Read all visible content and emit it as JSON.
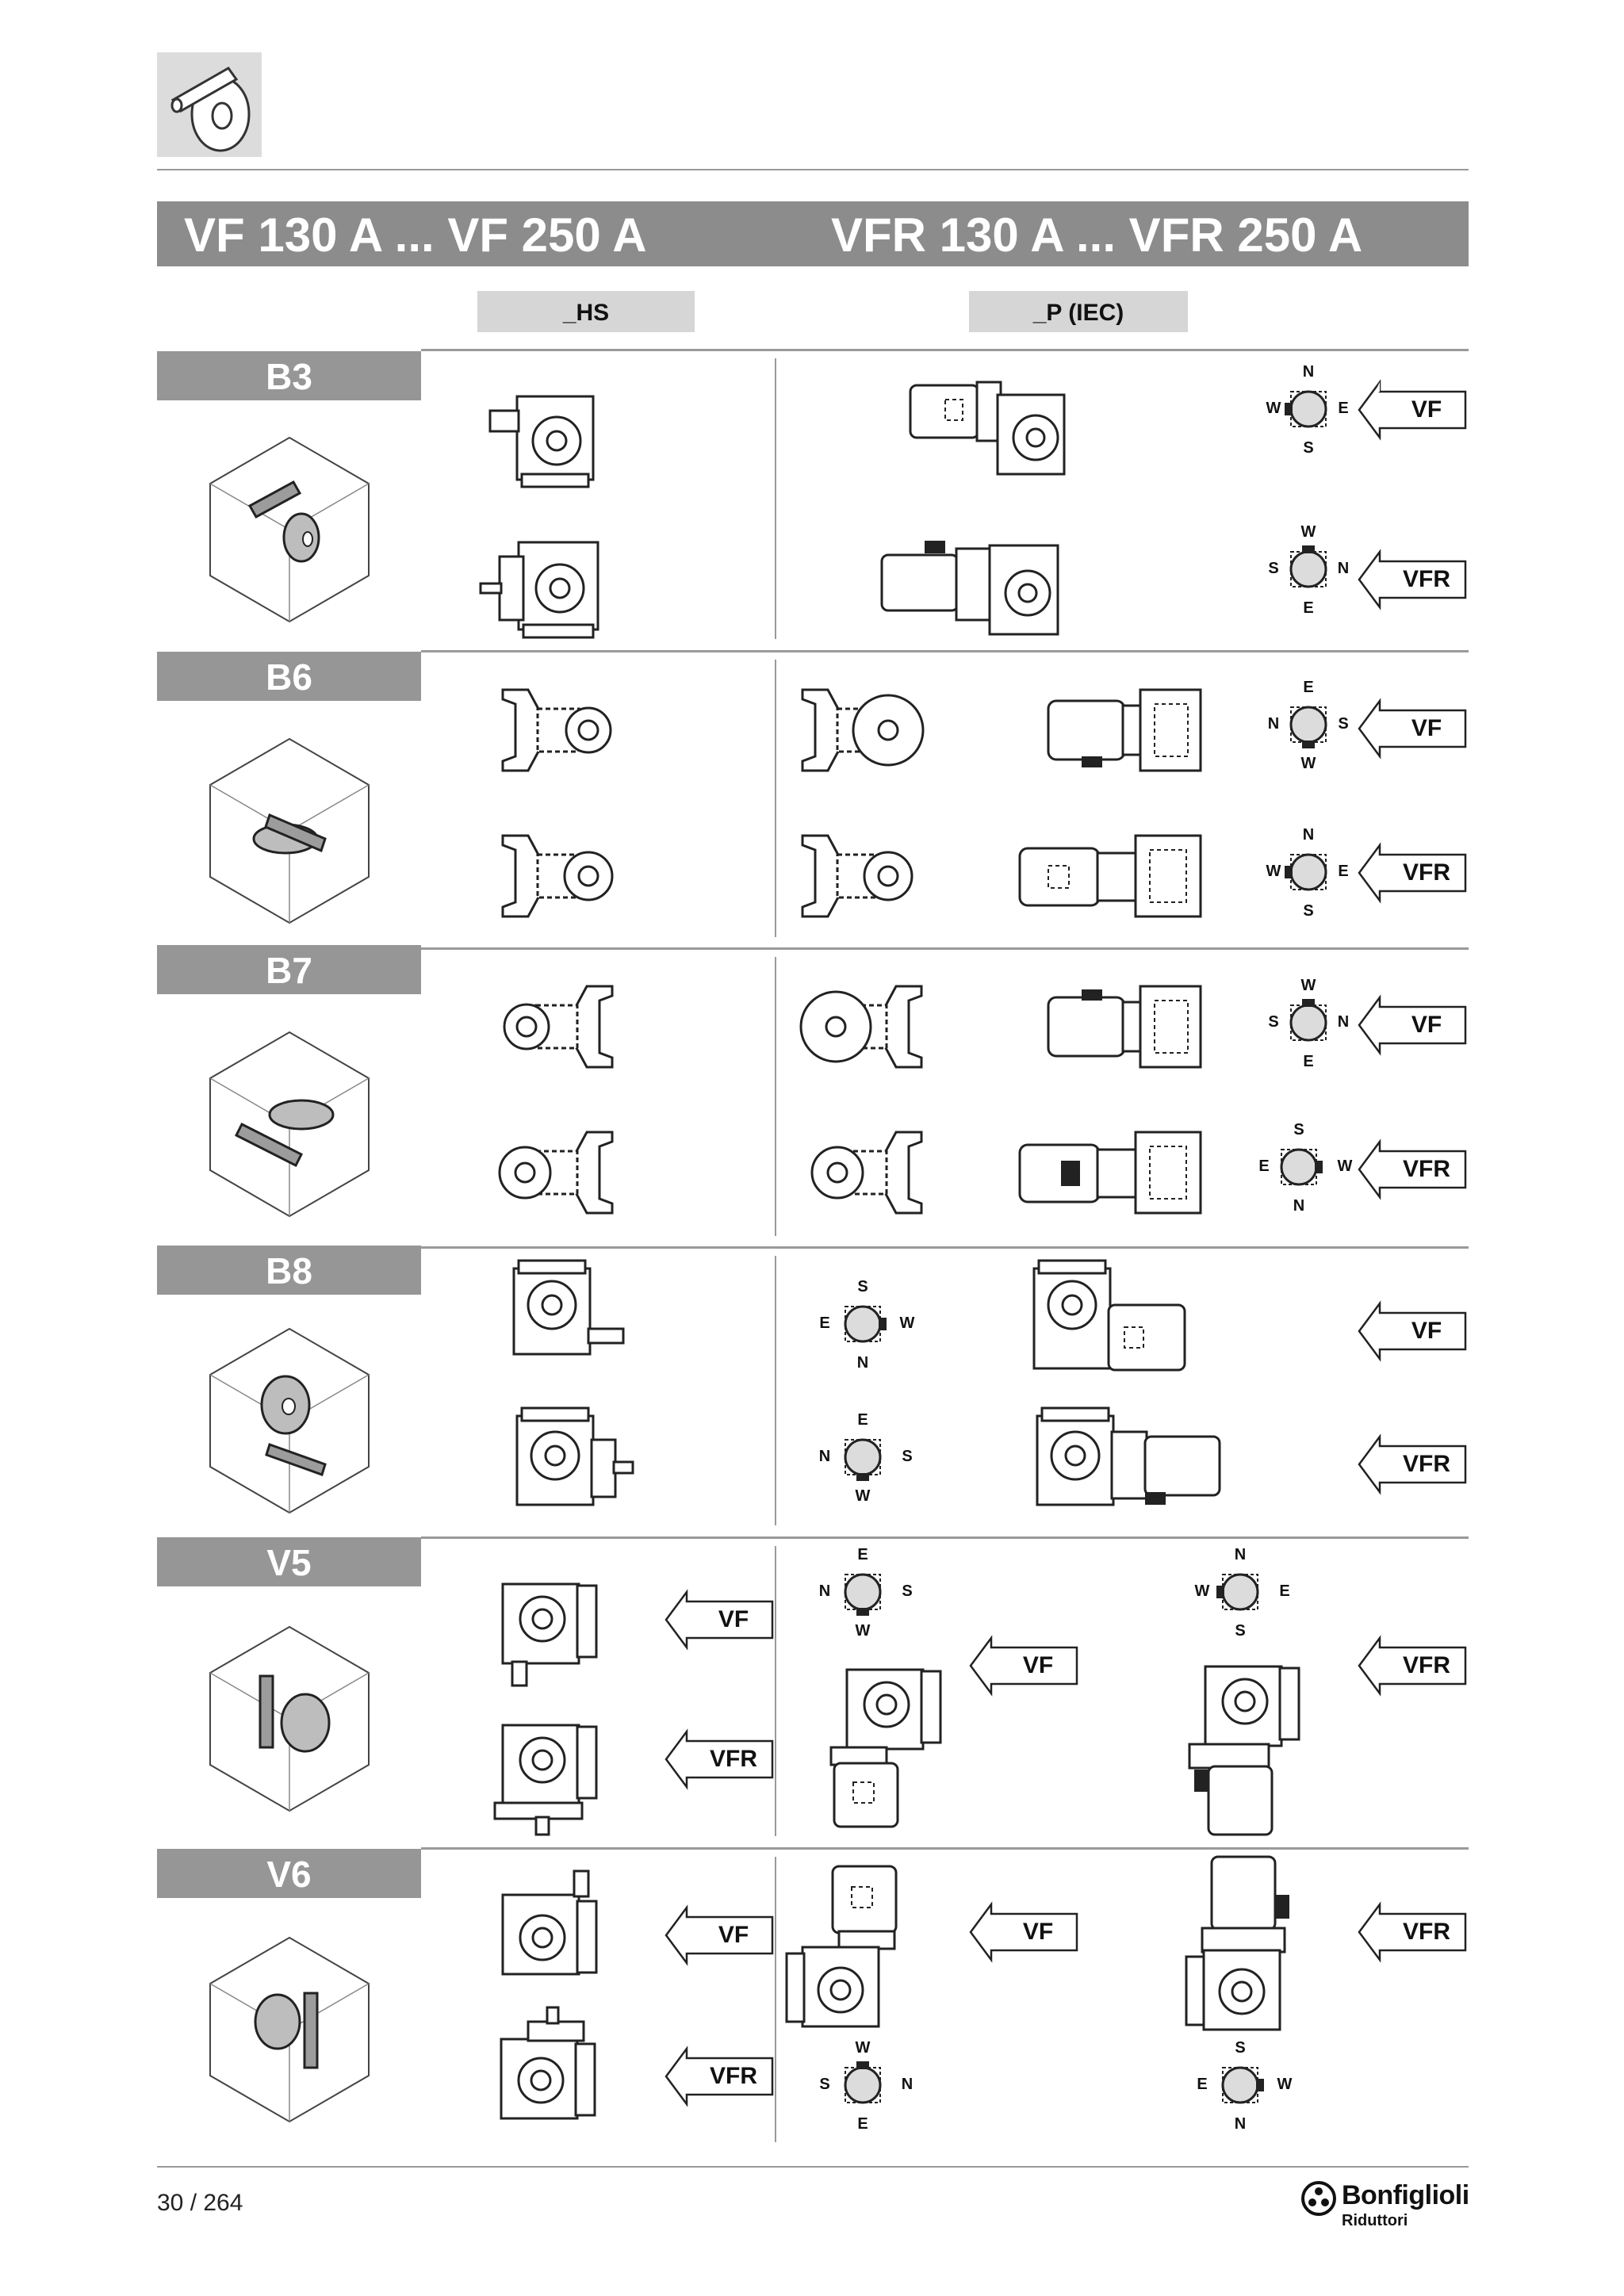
{
  "title": {
    "left": "VF 130 A ... VF 250 A",
    "right": "VFR 130 A ... VFR 250 A"
  },
  "columns": {
    "hs": "_HS",
    "p": "_P (IEC)"
  },
  "sections": [
    {
      "label": "B3"
    },
    {
      "label": "B6"
    },
    {
      "label": "B7"
    },
    {
      "label": "B8"
    },
    {
      "label": "V5"
    },
    {
      "label": "V6"
    }
  ],
  "tags": {
    "vf": "VF",
    "vfr": "VFR"
  },
  "compass_letters": {
    "n": "N",
    "s": "S",
    "e": "E",
    "w": "W"
  },
  "footer": {
    "page": "30 / 264",
    "brand": "Bonfiglioli",
    "brand_sub": "Riduttori"
  }
}
